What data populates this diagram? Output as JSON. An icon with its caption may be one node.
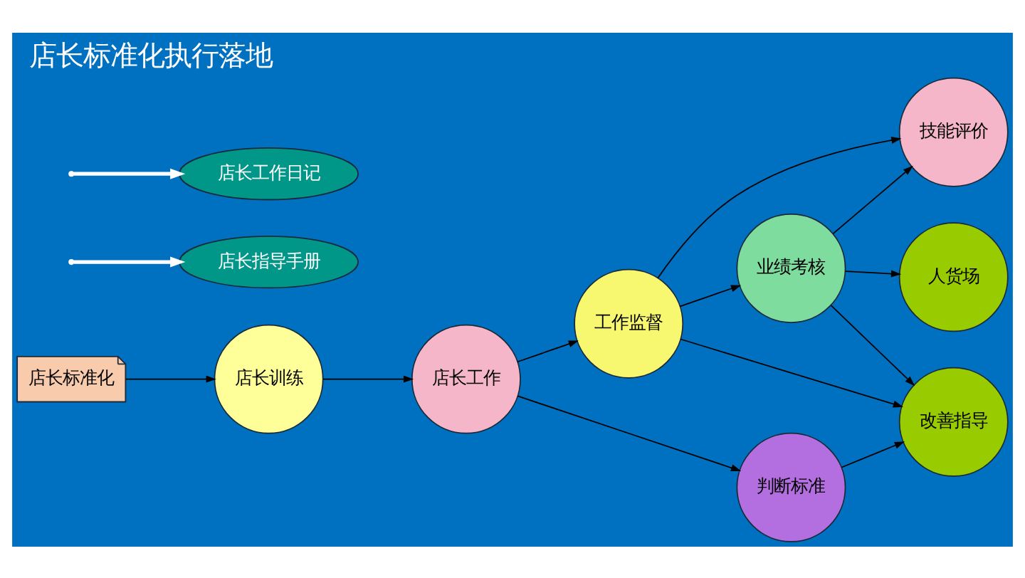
{
  "diagram": {
    "title": "店长标准化执行落地",
    "nodes": [
      {
        "text": [
          "店长训练"
        ]
      },
      {
        "text": [
          "店长工作"
        ]
      },
      {
        "text": [
          "工作监督"
        ]
      },
      {
        "text": [
          "技能评价"
        ]
      },
      {
        "text": [
          "店长标准化"
        ]
      },
      {
        "text": [
          "业绩考核"
        ]
      },
      {
        "text": [
          "判断标准"
        ]
      },
      {
        "text": [
          "改善指导"
        ]
      },
      {
        "text": [
          "人货场"
        ]
      },
      {
        "text": [
          "店长指导手册"
        ]
      },
      {
        "text": [
          "店长工作日记"
        ]
      }
    ],
    "edges": [
      {
        "from": 4,
        "to": 0,
        "arrow": "to"
      },
      {
        "from": 0,
        "to": 1,
        "arrow": "to"
      },
      {
        "from": 1,
        "to": 2,
        "arrow": "to"
      },
      {
        "from": 2,
        "to": 3,
        "arrow": "to"
      },
      {
        "from": 1,
        "to": 6,
        "arrow": "to"
      },
      {
        "from": 2,
        "to": 7,
        "arrow": "to"
      },
      {
        "from": 2,
        "to": 5,
        "arrow": "to"
      },
      {
        "from": 5,
        "to": 3,
        "arrow": "to"
      },
      {
        "from": 5,
        "to": 7,
        "arrow": "to"
      },
      {
        "from": 5,
        "to": 8,
        "arrow": "to"
      },
      {
        "from": 6,
        "to": 7,
        "arrow": "to"
      },
      {
        "from": null,
        "to": 9,
        "arrow": "to",
        "style": "thick",
        "color": "#ffffff"
      },
      {
        "from": null,
        "to": 10,
        "arrow": "to",
        "style": "thick",
        "color": "#ffffff"
      }
    ]
  }
}
